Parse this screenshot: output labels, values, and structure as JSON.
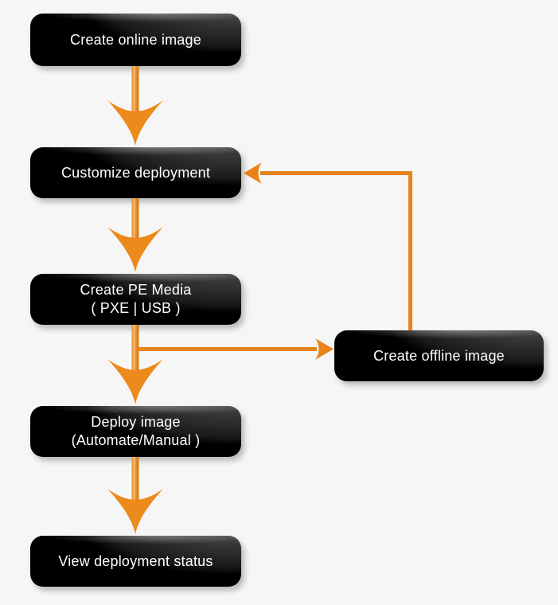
{
  "diagram": {
    "background_color": "#f6f6f7",
    "accent_color": "#e8831a",
    "node_background_color": "#000000",
    "node_text_color": "#ffffff",
    "nodes": [
      {
        "id": "create-online-image",
        "lines": [
          "Create online image"
        ]
      },
      {
        "id": "customize-deployment",
        "lines": [
          "Customize deployment"
        ]
      },
      {
        "id": "create-pe-media",
        "lines": [
          "Create PE Media",
          "( PXE | USB )"
        ]
      },
      {
        "id": "create-offline-image",
        "lines": [
          "Create offline image"
        ]
      },
      {
        "id": "deploy-image",
        "lines": [
          "Deploy image",
          "(Automate/Manual )"
        ]
      },
      {
        "id": "view-deployment-status",
        "lines": [
          "View deployment status"
        ]
      }
    ],
    "edges": [
      {
        "from": "create-online-image",
        "to": "customize-deployment"
      },
      {
        "from": "customize-deployment",
        "to": "create-pe-media"
      },
      {
        "from": "create-pe-media",
        "to": "deploy-image"
      },
      {
        "from": "create-pe-media",
        "to": "create-offline-image"
      },
      {
        "from": "create-offline-image",
        "to": "customize-deployment"
      },
      {
        "from": "deploy-image",
        "to": "view-deployment-status"
      }
    ]
  }
}
